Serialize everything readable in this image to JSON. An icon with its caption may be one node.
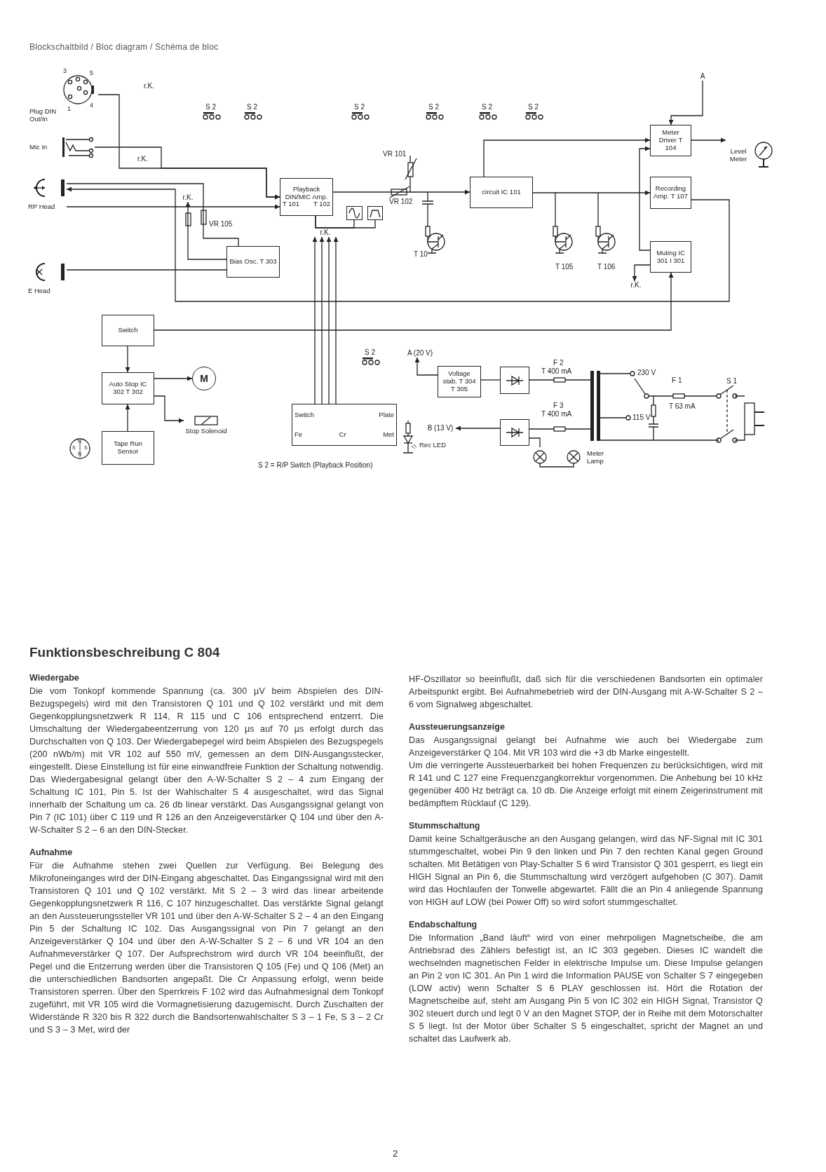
{
  "diagram": {
    "title": "Blockschaltbild / Bloc diagram / Schéma de bloc",
    "nodes": [
      {
        "text": [
          "Plug DIN Out/In"
        ],
        "beside": [
          "3",
          "5",
          "1",
          "4"
        ]
      },
      {
        "text": [
          "Mic In"
        ]
      },
      {
        "text": [
          "RP Head"
        ]
      },
      {
        "text": [
          "E Head"
        ]
      },
      {
        "text": [
          "Playback DIN/MIC Amp.",
          "T 101",
          "T 102"
        ]
      },
      {
        "text": [
          "Bias Osc. T 303"
        ]
      },
      {
        "text": [
          "circuit IC 101"
        ]
      },
      {
        "text": [
          "Meter Driver T 104"
        ]
      },
      {
        "text": [
          "Recording Amp. T 107"
        ]
      },
      {
        "text": [
          "Muting IC 301 I 301"
        ]
      },
      {
        "text": [
          "Level Meter"
        ]
      },
      {
        "text": [
          "Switch"
        ]
      },
      {
        "text": [
          "Auto Stop IC 302 T 302"
        ]
      },
      {
        "text": [
          "M"
        ]
      },
      {
        "text": [
          "Stop Solenoid"
        ]
      },
      {
        "text": [
          "Tape Run Sensor"
        ]
      },
      {
        "text": [
          "Switch",
          "Plate",
          "Fe",
          "Cr",
          "Met"
        ]
      },
      {
        "text": [
          "Voltage stab. T 304 T 305"
        ]
      },
      {
        "text": [
          "Rec LED"
        ]
      },
      {
        "text": [
          "Meter Lamp"
        ]
      },
      {
        "text": [],
        "shape": "box"
      },
      {
        "text": [],
        "shape": "box"
      },
      {
        "text": [],
        "shape": "box"
      },
      {
        "text": [],
        "shape": "box"
      },
      {
        "text": [
          "A"
        ]
      },
      {
        "text": [
          "r.K."
        ]
      },
      {
        "text": [
          "r.K."
        ]
      },
      {
        "text": [
          "A (20 V)"
        ]
      },
      {
        "text": [
          "B (13 V)"
        ]
      },
      {
        "text": [
          "r.K."
        ]
      }
    ],
    "edges": [
      {
        "from": 0,
        "to": 4,
        "arrow": "to"
      },
      {
        "from": 1,
        "to": 4,
        "arrow": "to"
      },
      {
        "from": 2,
        "to": 4,
        "arrow": "to"
      },
      {
        "from": 8,
        "to": 2,
        "arrow": "to"
      },
      {
        "from": 5,
        "to": 2,
        "arrow": "none"
      },
      {
        "from": 5,
        "to": 3,
        "arrow": "none"
      },
      {
        "from": 4,
        "to": 6,
        "arrow": "to"
      },
      {
        "from": 4,
        "to": 20,
        "arrow": "none"
      },
      {
        "from": 4,
        "to": 21,
        "arrow": "none"
      },
      {
        "from": 6,
        "to": 7,
        "arrow": "to"
      },
      {
        "from": 6,
        "to": 8,
        "arrow": "to"
      },
      {
        "from": 7,
        "to": 10,
        "arrow": "to"
      },
      {
        "from": 9,
        "to": 26,
        "arrow": "to"
      },
      {
        "from": 9,
        "to": 7,
        "arrow": "to"
      },
      {
        "from": 11,
        "to": 9,
        "arrow": "to"
      },
      {
        "from": 11,
        "to": 12,
        "arrow": "to"
      },
      {
        "from": 15,
        "to": 12,
        "arrow": "to"
      },
      {
        "from": 12,
        "to": 13,
        "arrow": "to"
      },
      {
        "from": 12,
        "to": 14,
        "arrow": "to"
      },
      {
        "from": 16,
        "to": 25,
        "arrow": "to"
      },
      {
        "from": 16,
        "to": 25,
        "arrow": "to"
      },
      {
        "from": 16,
        "to": 25,
        "arrow": "to"
      },
      {
        "from": 16,
        "to": 25,
        "arrow": "to"
      },
      {
        "from": 17,
        "to": 27,
        "arrow": "to"
      },
      {
        "from": 22,
        "to": 17,
        "arrow": "none"
      },
      {
        "from": 23,
        "to": 28,
        "arrow": "to"
      },
      {
        "from": 23,
        "to": 19,
        "arrow": "none"
      },
      {
        "from": 24,
        "to": 7,
        "arrow": "to"
      },
      {
        "from": 5,
        "to": 29,
        "arrow": "to"
      }
    ],
    "labels": [
      "r.K.",
      "S 2",
      "S 2",
      "S 2",
      "S 2",
      "S 2",
      "S 2",
      "VR 101",
      "r.K.",
      "VR 102",
      "VR 105",
      "T 10",
      "T 105",
      "T 106",
      "S 2",
      "F 2",
      "T 400 mA",
      "230 V",
      "F 1",
      "S 1",
      "F 3",
      "T 63 mA",
      "T 400 mA",
      "115 V",
      "S 2 = R/P Switch (Playback Position)",
      "N",
      "S",
      "S",
      "N",
      "Funktionsbeschreibung C 804",
      "Wiedergabe",
      "Die vom Tonkopf kommende Spannung (ca. 300 µV beim Abspielen des DIN-Bezugspegels) wird mit den Transistoren Q 101 und Q 102 verstärkt und mit dem Gegenkopplungsnetzwerk R 114, R 115 und C 106 entsprechend entzerrt. Die Umschaltung der Wiedergabeentzerrung von 120 µs auf 70 µs erfolgt durch das Durchschalten von Q 103. Der Wiedergabepegel wird beim Abspielen des Bezugspegels (200 nWb/m) mit VR 102 auf 550 mV, gemessen an dem DIN-Ausgangsstecker, eingestellt. Diese Einstellung ist für eine einwandfreie Funktion der Schaltung notwendig.",
      "Das Wiedergabesignal gelangt über den A-W-Schalter S 2 – 4 zum Eingang der Schaltung IC 101, Pin 5. Ist der Wahlschalter S 4 ausgeschaltet, wird das Signal innerhalb der Schaltung um ca. 26 db linear verstärkt. Das Ausgangssignal gelangt von Pin 7 (IC 101) über C 119 und R 126 an den Anzeigeverstärker Q 104 und über den A-W-Schalter S 2 – 6 an den DIN-Stecker.",
      "Aufnahme",
      "Für die Aufnahme stehen zwei Quellen zur Verfügung. Bei Belegung des Mikrofoneinganges wird der DIN-Eingang abgeschaltet. Das Eingangssignal wird mit den Transistoren Q 101 und Q 102 verstärkt. Mit S 2 – 3 wird das linear arbeitende Gegenkopplungsnetzwerk R 116, C 107 hinzugeschaltet. Das verstärkte Signal gelangt an den Aussteuerungssteller VR 101 und über den A-W-Schalter S 2 – 4 an den Eingang Pin 5 der Schaltung IC 102. Das Ausgangssignal von Pin 7 gelangt an den Anzeigeverstärker Q 104 und über den A-W-Schalter S 2 – 6 und VR 104 an den Aufnahmeverstärker Q 107. Der Aufsprechstrom wird durch VR 104 beeinflußt, der Pegel und die Entzerrung werden über die Transistoren Q 105 (Fe) und Q 106 (Met) an die unterschiedlichen Bandsorten angepaßt. Die Cr Anpassung erfolgt, wenn beide Transistoren sperren. Über den Sperrkreis F 102 wird das Aufnahmesignal dem Tonkopf zugeführt, mit VR 105 wird die Vormagnetisierung dazugemischt. Durch Zuschalten der Widerstände R 320 bis R 322 durch die Bandsortenwahlschalter S 3 – 1 Fe, S 3 – 2 Cr und S 3 – 3 Met, wird der",
      "HF-Oszillator so beeinflußt, daß sich für die verschiedenen Bandsorten ein optimaler Arbeitspunkt ergibt. Bei Aufnahmebetrieb wird der DIN-Ausgang mit A-W-Schalter S 2 – 6 vom Signalweg abgeschaltet.",
      "Aussteuerungsanzeige",
      "Das Ausgangssignal gelangt bei Aufnahme wie auch bei Wiedergabe zum Anzeigeverstärker Q 104. Mit VR 103 wird die +3 db Marke eingestellt.",
      "Um die verringerte Aussteuerbarkeit bei hohen Frequenzen zu berücksichtigen, wird mit R 141 und C 127 eine Frequenzgangkorrektur vorgenommen. Die Anhebung bei 10 kHz gegenüber 400 Hz beträgt ca. 10 db. Die Anzeige erfolgt mit einem Zeigerinstrument mit bedämpftem Rücklauf (C 129).",
      "Stummschaltung",
      "Damit keine Schaltgeräusche an den Ausgang gelangen, wird das NF-Signal mit IC 301 stummgeschaltet, wobei Pin 9 den linken und Pin 7 den rechten Kanal gegen Ground schalten. Mit Betätigen von Play-Schalter S 6 wird Transistor Q 301 gesperrt, es liegt ein HIGH Signal an Pin 6, die Stummschaltung wird verzögert aufgehoben (C 307). Damit wird das Hochlaufen der Tonwelle abgewartet. Fällt die an Pin 4 anliegende Spannung von HIGH auf LOW (bei Power Off) so wird sofort stummgeschaltet.",
      "Endabschaltung",
      "Die Information „Band läuft“ wird von einer mehrpoligen Magnetscheibe, die am Antriebsrad des Zählers befestigt ist, an IC 303 gegeben. Dieses IC wandelt die wechselnden magnetischen Felder in elektrische Impulse um. Diese Impulse gelangen an Pin 2 von IC 301. An Pin 1 wird die Information PAUSE von Schalter S 7 eingegeben (LOW activ) wenn Schalter S 6 PLAY geschlossen ist. Hört die Rotation der Magnetscheibe auf, steht am Ausgang Pin 5 von IC 302 ein HIGH Signal, Transistor Q 302 steuert durch und legt 0 V an den Magnet STOP, der in Reihe mit dem Motorschalter S 5 liegt. Ist der Motor über Schalter S 5 eingeschaltet, spricht der Magnet an und schaltet das Laufwerk ab.",
      "2"
    ]
  }
}
